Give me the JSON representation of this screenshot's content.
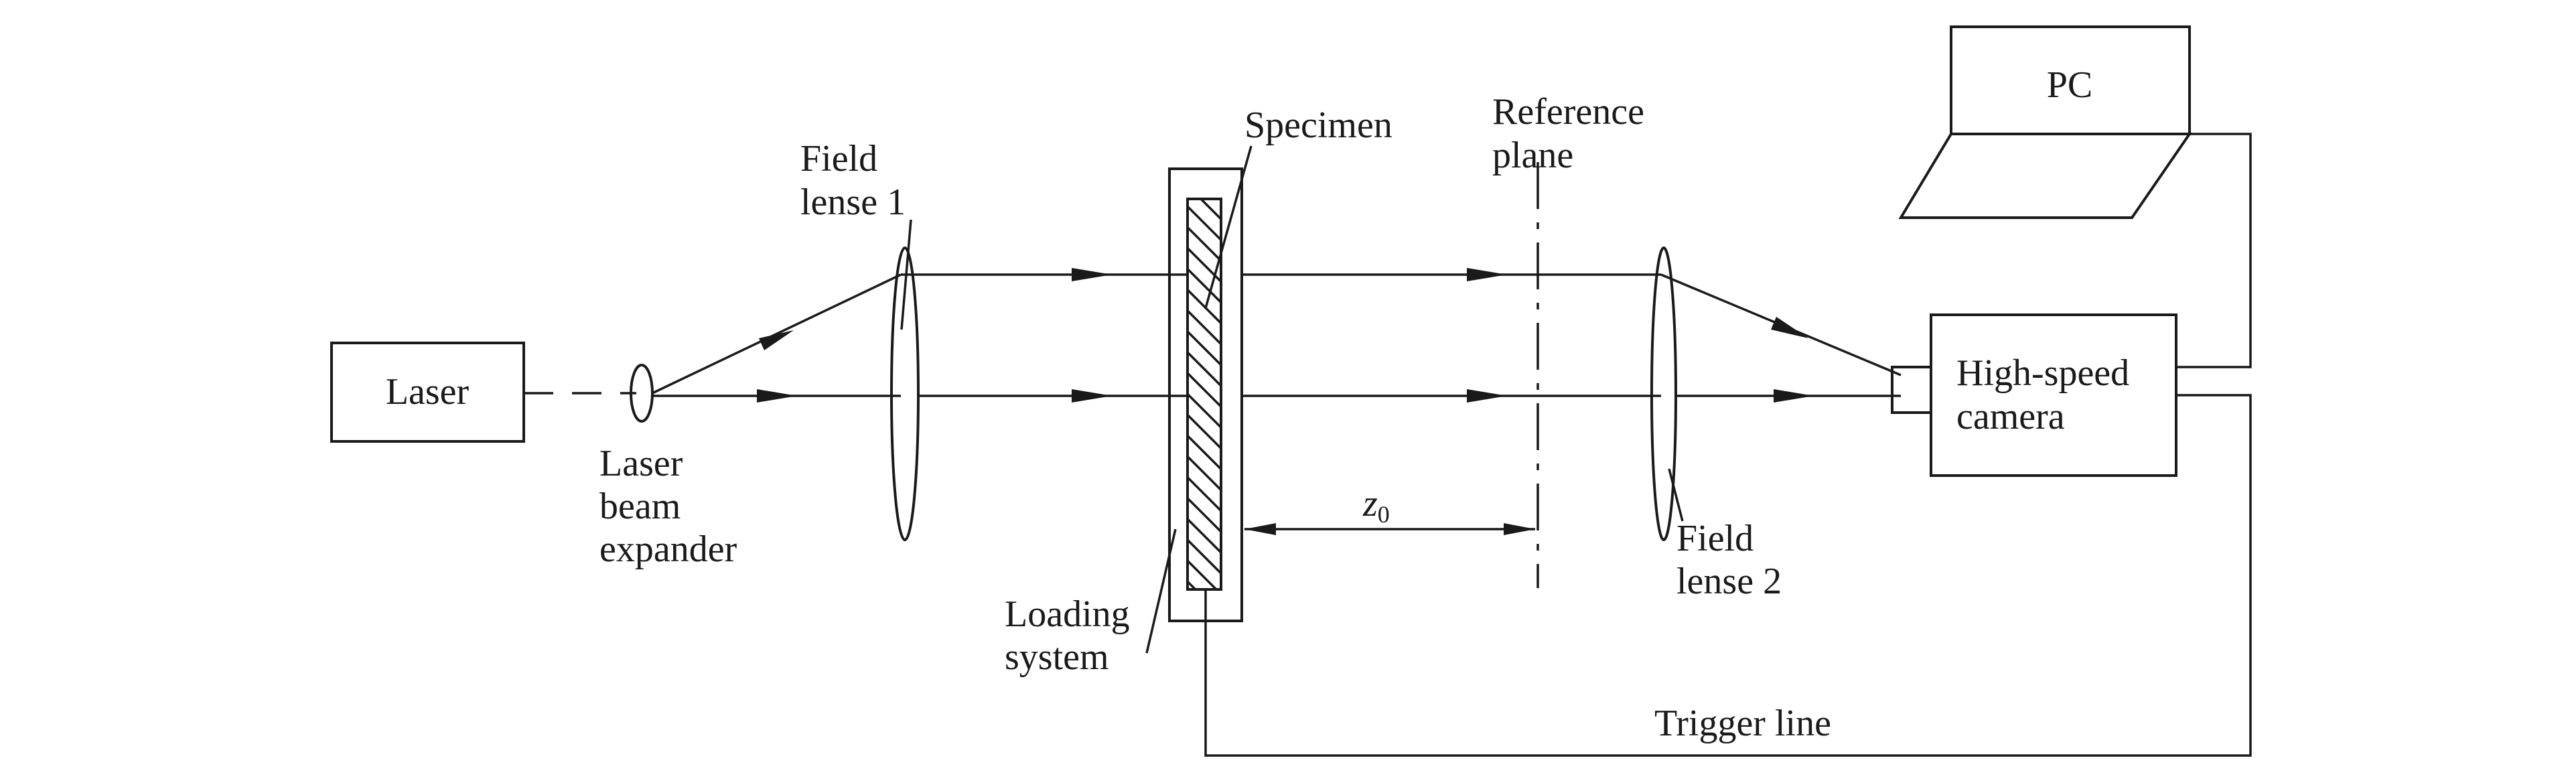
{
  "labels": {
    "laser": "Laser",
    "beam_expander": [
      "Laser",
      "beam",
      "expander"
    ],
    "field_lense_1": [
      "Field",
      "lense 1"
    ],
    "specimen": "Specimen",
    "loading_system": [
      "Loading",
      "system"
    ],
    "reference_plane": [
      "Reference",
      "plane"
    ],
    "distance_symbol": "z",
    "distance_subscript": "0",
    "field_lense_2": [
      "Field",
      "lense 2"
    ],
    "camera": [
      "High-speed",
      "camera"
    ],
    "pc": "PC",
    "trigger_line": "Trigger line"
  }
}
